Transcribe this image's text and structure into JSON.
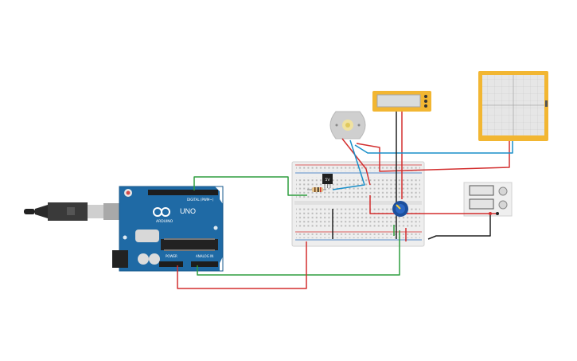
{
  "arduino": {
    "model_label": "UNO",
    "brand_label": "ARDUINO",
    "digital_header_label": "DIGITAL (PWM~)",
    "power_header_label": "POWER",
    "analog_header_label": "ANALOG IN",
    "board_color": "#1f6aa5"
  },
  "transistor": {
    "label": "5V"
  },
  "colors": {
    "wire_red": "#d32f2f",
    "wire_green": "#2e9e3f",
    "wire_blue": "#1a8fc9",
    "wire_black": "#222222",
    "instrument_yellow": "#f2b632",
    "pot_blue": "#1c4f9c"
  }
}
